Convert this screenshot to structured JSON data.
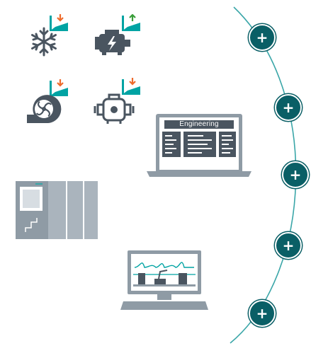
{
  "colors": {
    "accent_teal": "#00a3a3",
    "hotspot": "#0a5f66",
    "icon_gray": "#4a5560",
    "device_gray": "#8f9ba5",
    "panel_gray": "#aab4bd",
    "arrow_down": "#ee6a2b",
    "arrow_up": "#3a9e3a",
    "curve": "#3aa6a8"
  },
  "icons": [
    {
      "name": "cooling-icon",
      "arrow": "down"
    },
    {
      "name": "electric-motor-icon",
      "arrow": "up"
    },
    {
      "name": "pump-icon",
      "arrow": "down"
    },
    {
      "name": "compressor-icon",
      "arrow": "down"
    }
  ],
  "laptop": {
    "title": "Engineering"
  },
  "hotspots": [
    {
      "label": "+"
    },
    {
      "label": "+"
    },
    {
      "label": "+"
    },
    {
      "label": "+"
    },
    {
      "label": "+"
    }
  ]
}
